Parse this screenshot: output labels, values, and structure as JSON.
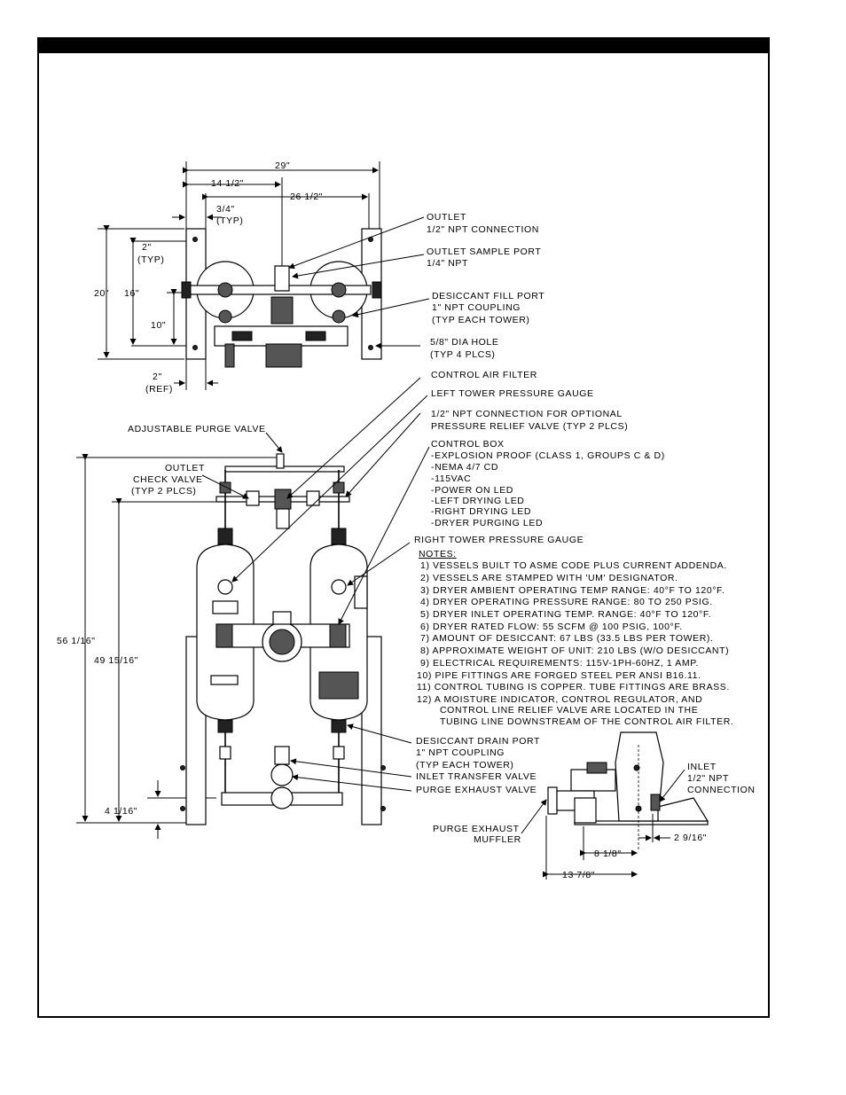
{
  "top_view": {
    "dim_29": "29\"",
    "dim_14_1_2": "14 1/2\"",
    "dim_26_1_2": "26 1/2\"",
    "dim_3_4_a": "3/4\"",
    "dim_3_4_b": "(TYP)",
    "dim_2_typ_a": "2\"",
    "dim_2_typ_b": "(TYP)",
    "dim_20": "20\"",
    "dim_16": "16\"",
    "dim_10": "10\"",
    "dim_2_ref_a": "2\"",
    "dim_2_ref_b": "(REF)"
  },
  "front_view": {
    "dim_56": "56 1/16\"",
    "dim_49": "49 15/16\"",
    "dim_4": "4 1/16\""
  },
  "side_view": {
    "dim_2_9_16": "2 9/16\"",
    "dim_8_1_8": "8 1/8\"",
    "dim_13_7_8": "13 7/8\""
  },
  "callouts": {
    "outlet": [
      "OUTLET",
      "1/2\" NPT CONNECTION"
    ],
    "outlet_sample": [
      "OUTLET SAMPLE PORT",
      "1/4\" NPT"
    ],
    "desiccant_fill": [
      "DESICCANT FILL PORT",
      "1\" NPT COUPLING",
      "(TYP EACH TOWER)"
    ],
    "dia_hole": [
      "5/8\" DIA HOLE",
      "(TYP 4 PLCS)"
    ],
    "control_air_filter": "CONTROL AIR FILTER",
    "left_gauge": "LEFT TOWER PRESSURE GAUGE",
    "relief_conn": [
      "1/2\" NPT CONNECTION FOR OPTIONAL",
      "PRESSURE RELIEF VALVE (TYP 2 PLCS)"
    ],
    "adjustable_purge": "ADJUSTABLE PURGE VALVE",
    "control_box": [
      "CONTROL BOX",
      "-EXPLOSION PROOF (CLASS 1, GROUPS C & D)",
      "-NEMA 4/7 CD",
      "-115VAC",
      "-POWER ON LED",
      "-LEFT DRYING LED",
      "-RIGHT DRYING LED",
      "-DRYER PURGING LED"
    ],
    "outlet_check": [
      "OUTLET",
      "CHECK VALVE",
      "(TYP 2 PLCS)"
    ],
    "right_gauge": "RIGHT TOWER PRESSURE GAUGE",
    "desiccant_drain": [
      "DESICCANT DRAIN PORT",
      "1\" NPT COUPLING",
      "(TYP EACH TOWER)"
    ],
    "inlet_transfer": "INLET TRANSFER VALVE",
    "purge_exhaust_valve": "PURGE EXHAUST VALVE",
    "inlet": [
      "INLET",
      "1/2\" NPT",
      "CONNECTION"
    ],
    "purge_muffler": [
      "PURGE EXHAUST",
      "MUFFLER"
    ]
  },
  "notes": {
    "title": "NOTES:",
    "items": [
      "1) VESSELS BUILT TO ASME CODE PLUS CURRENT ADDENDA.",
      "2) VESSELS ARE STAMPED WITH 'UM' DESIGNATOR.",
      "3) DRYER AMBIENT OPERATING TEMP RANGE: 40°F TO 120°F.",
      "4) DRYER OPERATING PRESSURE RANGE: 80 TO 250 PSIG.",
      "5) DRYER INLET OPERATING TEMP. RANGE: 40°F TO 120°F.",
      "6) DRYER RATED FLOW: 55 SCFM @ 100 PSIG, 100°F.",
      "7) AMOUNT OF DESICCANT: 67 LBS (33.5 LBS PER TOWER).",
      "8) APPROXIMATE WEIGHT OF UNIT: 210 LBS (W/O DESICCANT)",
      "9) ELECTRICAL REQUIREMENTS: 115V-1PH-60HZ, 1 AMP.",
      "10) PIPE FITTINGS ARE FORGED STEEL PER ANSI B16.11.",
      "11) CONTROL TUBING IS COPPER.  TUBE FITTINGS ARE BRASS.",
      "12) A MOISTURE INDICATOR, CONTROL REGULATOR, AND",
      "CONTROL LINE RELIEF VALVE ARE LOCATED IN THE",
      "TUBING LINE DOWNSTREAM OF THE CONTROL AIR FILTER."
    ]
  }
}
